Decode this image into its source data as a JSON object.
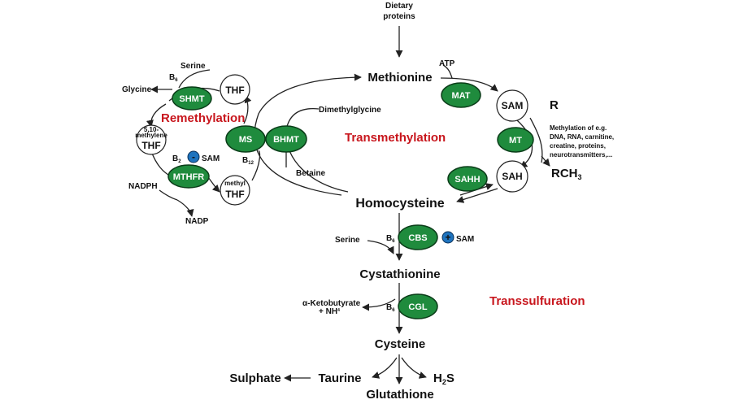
{
  "labels": {
    "dietary": "Dietary",
    "proteins": "proteins",
    "methionine": "Methionine",
    "homocysteine": "Homocysteine",
    "cystathionine": "Cystathionine",
    "cysteine": "Cysteine",
    "sulphate": "Sulphate",
    "taurine": "Taurine",
    "h2s": "H",
    "h2s_sub": "2",
    "h2s_end": "S",
    "glutathione": "Glutathione",
    "atp": "ATP",
    "r": "R",
    "rch": "RCH",
    "rch_sub": "3",
    "methylation1": "Methylation of e.g.",
    "methylation2": "DNA, RNA, carnitine,",
    "methylation3": "creatine, proteins,",
    "methylation4": "neurotransmitters,...",
    "dimethylglycine": "Dimethylglycine",
    "betaine": "Betaine",
    "serine_top": "Serine",
    "glycine": "Glycine",
    "nadph": "NADPH",
    "nadp": "NADP",
    "serine_mid": "Serine",
    "ketobutyrate1": "α-Ketobutyrate",
    "ketobutyrate2": "+ NH",
    "ketobutyrate_sup": "4",
    "b": "B",
    "b6": "6",
    "b2": "2",
    "b12": "12",
    "sam_neg": "SAM",
    "sam_pos": "SAM",
    "minus": "-",
    "plus": "+"
  },
  "regions": {
    "remethylation": "Remethylation",
    "transmethylation": "Transmethylation",
    "transsulfuration": "Transsulfuration"
  },
  "enzymes": {
    "shmt": "SHMT",
    "mthfr": "MTHFR",
    "ms": "MS",
    "bhmt": "BHMT",
    "mat": "MAT",
    "mt": "MT",
    "sahh": "SAHH",
    "cbs": "CBS",
    "cgl": "CGL"
  },
  "nodes": {
    "thf_top": "THF",
    "methylene_line1": "5,10-",
    "methylene_line2": "methylene",
    "methylene_thf": "THF",
    "methyl_line1": "methyl",
    "methyl_thf": "THF",
    "sam": "SAM",
    "sah": "SAH"
  },
  "colors": {
    "enzyme_fill": "#1f8b3d",
    "region_label": "#c8161d",
    "modifier_fill": "#1e73be"
  }
}
